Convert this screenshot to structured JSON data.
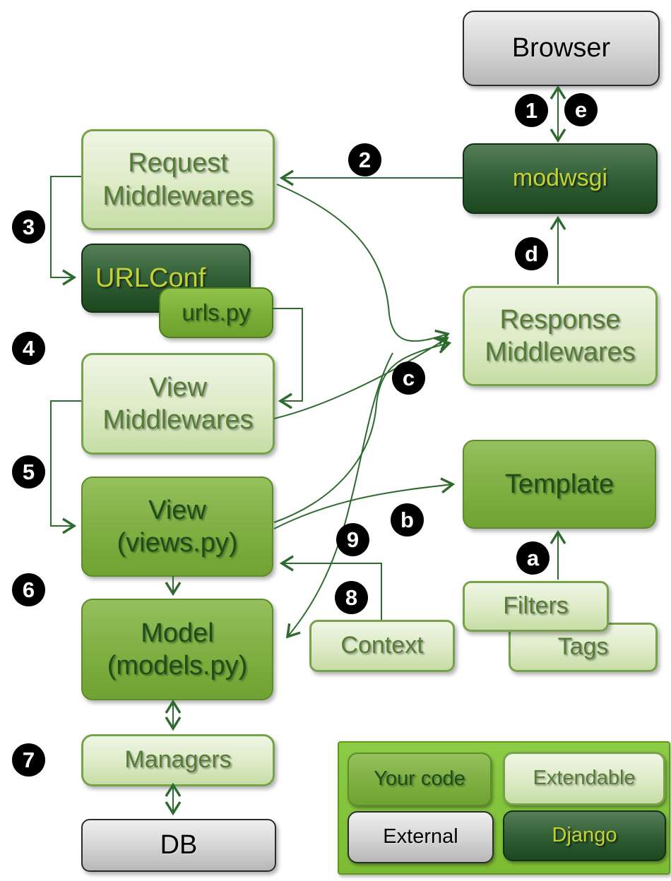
{
  "nodes": {
    "browser": "Browser",
    "modwsgi": "modwsgi",
    "request_mw": {
      "line1": "Request",
      "line2": "Middlewares"
    },
    "urlconf": "URLConf",
    "urlspy": "urls.py",
    "view_mw": {
      "line1": "View",
      "line2": "Middlewares"
    },
    "view": {
      "line1": "View",
      "line2": "(views.py)"
    },
    "model": {
      "line1": "Model",
      "line2": "(models.py)"
    },
    "managers": "Managers",
    "db": "DB",
    "response_mw": {
      "line1": "Response",
      "line2": "Middlewares"
    },
    "template": "Template",
    "filters": "Filters",
    "tags": "Tags",
    "context": "Context"
  },
  "badges": {
    "n1": "1",
    "n2": "2",
    "n3": "3",
    "n4": "4",
    "n5": "5",
    "n6": "6",
    "n7": "7",
    "n8": "8",
    "n9": "9",
    "a": "a",
    "b": "b",
    "c": "c",
    "d": "d",
    "e": "e"
  },
  "legend": {
    "your_code": "Your code",
    "extendable": "Extendable",
    "external": "External",
    "django": "Django"
  },
  "colors": {
    "arrow": "#2c6a2e",
    "badge_bg": "#000000",
    "badge_text": "#ffffff",
    "light_box_fill": "#ddebc6",
    "light_box_text": "#567d36",
    "mid_box_fill": "#7fae41",
    "mid_box_text": "#1e4d1a",
    "dark_box_fill": "#2f5c33",
    "dark_box_text": "#c3d232",
    "gray_box_fill": "#d3d3d3",
    "legend_bg": "#7cbb33"
  }
}
